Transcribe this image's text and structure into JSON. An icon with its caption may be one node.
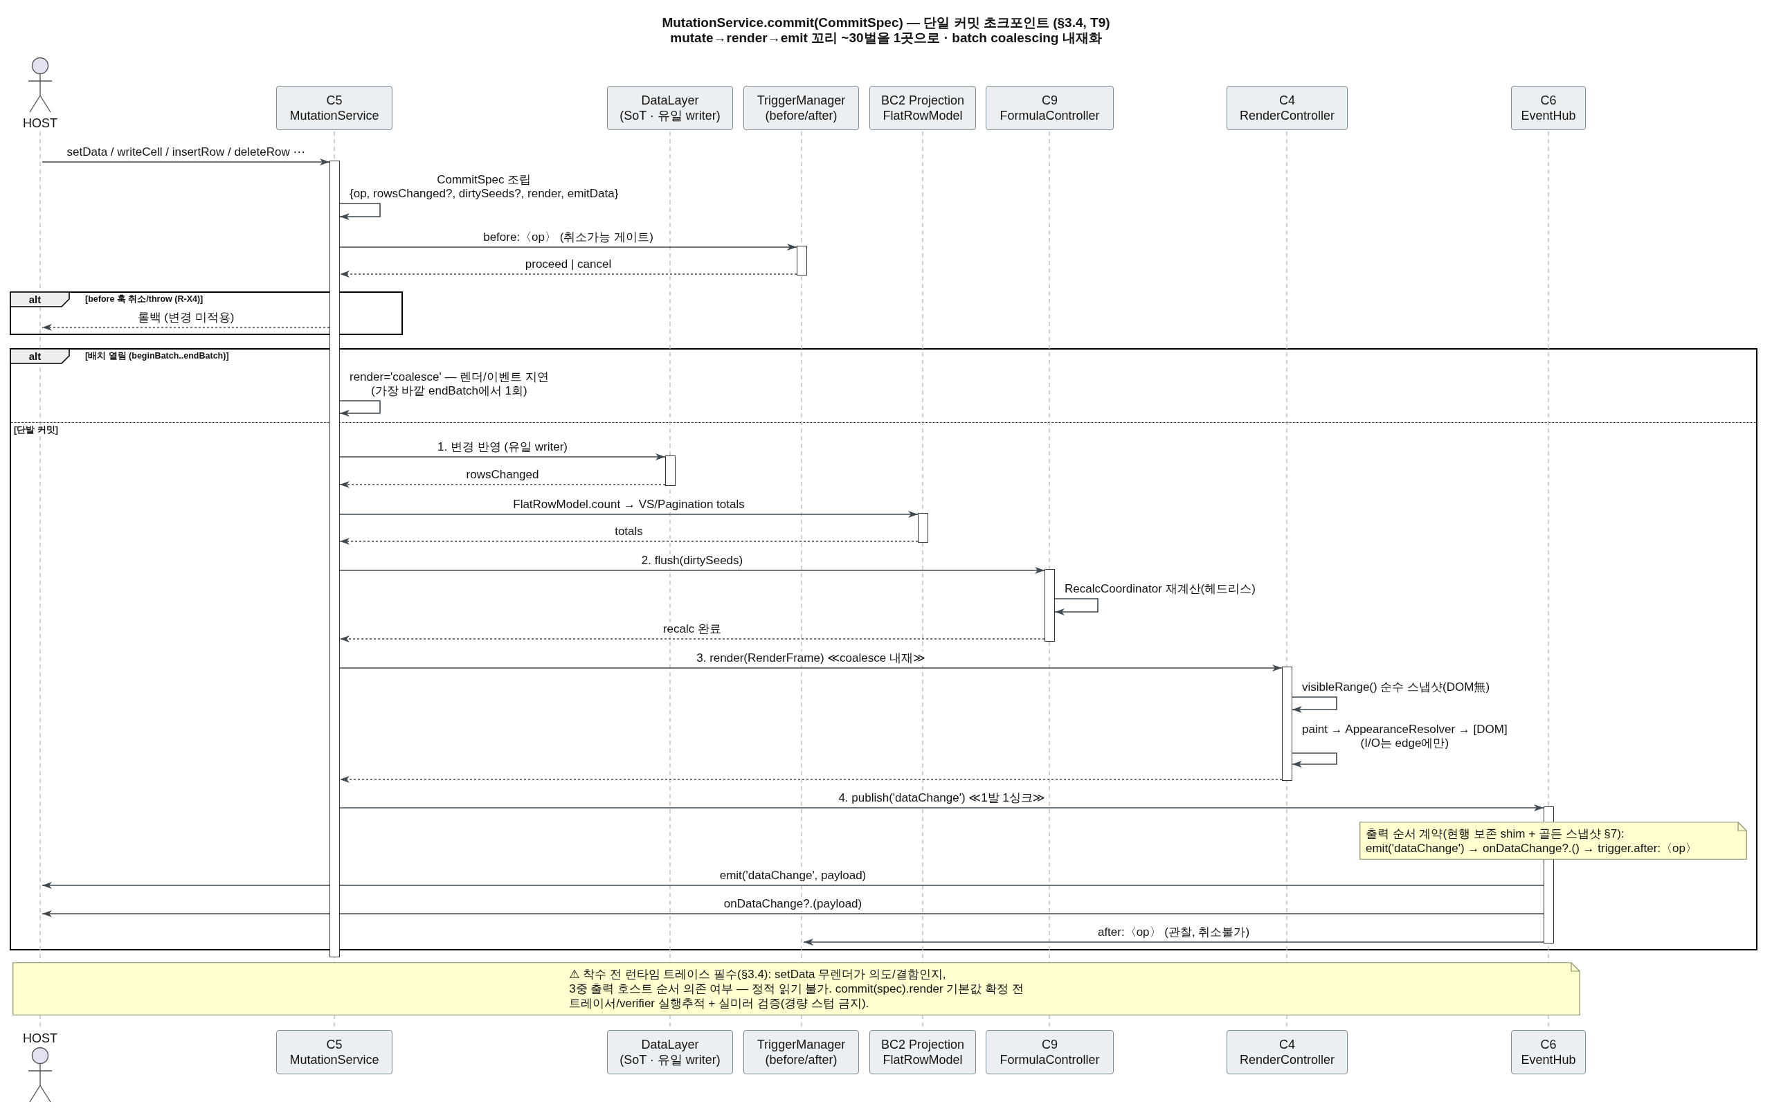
{
  "diagram": {
    "title": "MutationService.commit(CommitSpec) — 단일 커밋 초크포인트 (§3.4, T9) mutate→render→emit 꼬리 ~30벌을 1곳으로 · batch coalescing 내재화",
    "nodes": [
      {
        "text": [
          "HOST"
        ]
      },
      {
        "text": [
          "C5 MutationService"
        ]
      },
      {
        "text": [
          "DataLayer (SoT · 유일 writer)"
        ]
      },
      {
        "text": [
          "TriggerManager (before/after)"
        ]
      },
      {
        "text": [
          "BC2 Projection FlatRowModel"
        ]
      },
      {
        "text": [
          "C9 FormulaController"
        ]
      },
      {
        "text": [
          "C4 RenderController"
        ]
      },
      {
        "text": [
          "C6 EventHub"
        ]
      },
      {
        "text": [],
        "shape": "line"
      },
      {
        "text": [],
        "shape": "line"
      },
      {
        "text": [],
        "shape": "line"
      },
      {
        "text": [],
        "shape": "line"
      },
      {
        "text": [],
        "shape": "line"
      },
      {
        "text": [],
        "shape": "line"
      },
      {
        "text": [],
        "shape": "line"
      },
      {
        "text": [],
        "shape": "line"
      },
      {
        "text": [],
        "shape": "bar"
      },
      {
        "text": [],
        "shape": "bar"
      },
      {
        "text": [
          "alt",
          "[before 훅 취소/throw (R-X4)]"
        ]
      },
      {
        "text": [
          "alt",
          "[배치 열림 (beginBatch..endBatch)]",
          "[단발 커밋]"
        ]
      },
      {
        "text": [],
        "shape": "bar",
        "in": 19
      },
      {
        "text": [],
        "shape": "bar",
        "in": 19
      },
      {
        "text": [],
        "shape": "bar",
        "in": 19
      },
      {
        "text": [],
        "shape": "bar",
        "in": 19
      },
      {
        "text": [],
        "shape": "bar",
        "in": 19
      },
      {
        "text": [
          "출력 순서 계약(현행 보존 shim + 골든 스냅샷 §7): emit('dataChange') → onDataChange?.() → trigger.after:〈op〉"
        ],
        "in": 19
      },
      {
        "text": [
          "⚠ 착수 전 런타임 트레이스 필수(§3.4): setData 무렌더가 의도/결함인지, 3중 출력 호스트 순서 의존 여부 — 정적 읽기 불가. commit(spec).render 기본값 확정 전 트레이서/verifier 실행추적 + 실미러 검증(경량 스텁 금지)."
        ]
      },
      {
        "text": [
          "HOST"
        ]
      },
      {
        "text": [
          "C5 MutationService"
        ]
      },
      {
        "text": [
          "DataLayer (SoT · 유일 writer)"
        ]
      },
      {
        "text": [
          "TriggerManager (before/after)"
        ]
      },
      {
        "text": [
          "BC2 Projection FlatRowModel"
        ]
      },
      {
        "text": [
          "C9 FormulaController"
        ]
      },
      {
        "text": [
          "C4 RenderController"
        ]
      },
      {
        "text": [
          "C6 EventHub"
        ]
      }
    ],
    "edges": [
      {
        "from": 8,
        "to": 16,
        "arrow": "to",
        "label": "setData / writeCell / insertRow / deleteRow ⋯"
      },
      {
        "from": 16,
        "to": 16,
        "arrow": "to",
        "label": "CommitSpec 조립 {op, rowsChanged?, dirtySeeds?, render, emitData}"
      },
      {
        "from": 16,
        "to": 17,
        "arrow": "to",
        "label": "before:〈op〉 (취소가능 게이트)"
      },
      {
        "from": 17,
        "to": 16,
        "arrow": "to",
        "label": "proceed | cancel",
        "style": "dashed"
      },
      {
        "from": 16,
        "to": 8,
        "arrow": "to",
        "label": "롤백 (변경 미적용)",
        "style": "dashed"
      },
      {
        "from": 16,
        "to": 16,
        "arrow": "to",
        "label": "render='coalesce' — 렌더/이벤트 지연 (가장 바깥 endBatch에서 1회)"
      },
      {
        "from": 16,
        "to": 20,
        "arrow": "to",
        "label": "1. 변경 반영 (유일 writer)"
      },
      {
        "from": 20,
        "to": 16,
        "arrow": "to",
        "label": "rowsChanged",
        "style": "dashed"
      },
      {
        "from": 16,
        "to": 21,
        "arrow": "to",
        "label": "FlatRowModel.count → VS/Pagination totals"
      },
      {
        "from": 21,
        "to": 16,
        "arrow": "to",
        "label": "totals",
        "style": "dashed"
      },
      {
        "from": 16,
        "to": 22,
        "arrow": "to",
        "label": "2. flush(dirtySeeds)"
      },
      {
        "from": 22,
        "to": 22,
        "arrow": "to",
        "label": "RecalcCoordinator 재계산(헤드리스)"
      },
      {
        "from": 22,
        "to": 16,
        "arrow": "to",
        "label": "recalc 완료",
        "style": "dashed"
      },
      {
        "from": 16,
        "to": 23,
        "arrow": "to",
        "label": "3. render(RenderFrame) ≪coalesce 내재≫"
      },
      {
        "from": 23,
        "to": 23,
        "arrow": "to",
        "label": "visibleRange() 순수 스냅샷(DOM無)"
      },
      {
        "from": 23,
        "to": 23,
        "arrow": "to",
        "label": "paint → AppearanceResolver → [DOM] (I/O는 edge에만)"
      },
      {
        "from": 23,
        "to": 16,
        "arrow": "to",
        "style": "dashed"
      },
      {
        "from": 16,
        "to": 24,
        "arrow": "to",
        "label": "4. publish('dataChange') ≪1발 1싱크≫"
      },
      {
        "from": 24,
        "to": 8,
        "arrow": "to",
        "label": "emit('dataChange', payload)"
      },
      {
        "from": 24,
        "to": 8,
        "arrow": "to",
        "label": "onDataChange?.(payload)"
      },
      {
        "from": 24,
        "to": 11,
        "arrow": "to",
        "label": "after:〈op〉 (관찰, 취소불가)"
      }
    ]
  }
}
